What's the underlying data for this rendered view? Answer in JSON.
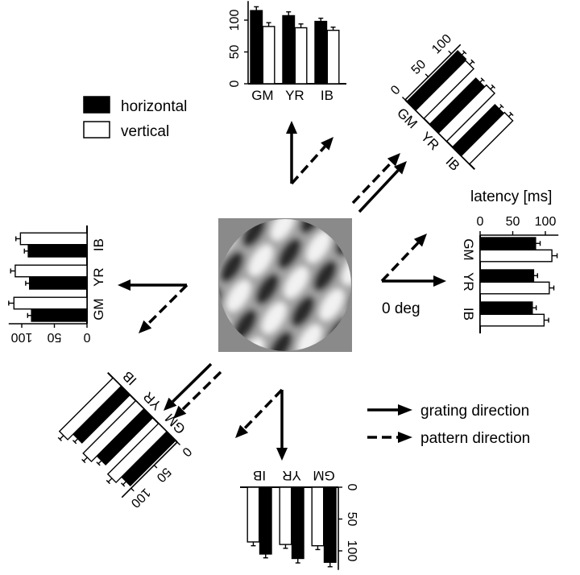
{
  "colors": {
    "horizontal": "#000000",
    "vertical": "#ffffff",
    "stimulus_bg": "#8a8a8a",
    "ink": "#000000"
  },
  "legend": {
    "horizontal": "horizontal",
    "vertical": "vertical",
    "grating": "grating direction",
    "pattern": "pattern direction"
  },
  "labels": {
    "zero_deg": "0 deg",
    "latency": "latency [ms]"
  },
  "chart_data": [
    {
      "type": "bar",
      "direction_deg": 0,
      "ylabel": "latency [ms]",
      "ylim": [
        0,
        120
      ],
      "yticks": [
        "0",
        "50",
        "100"
      ],
      "categories": [
        "GM",
        "YR",
        "IB"
      ],
      "series": [
        {
          "name": "horizontal",
          "values": [
            85,
            82,
            80
          ],
          "errors": [
            7,
            6,
            6
          ]
        },
        {
          "name": "vertical",
          "values": [
            110,
            106,
            98
          ],
          "errors": [
            8,
            7,
            7
          ]
        }
      ]
    },
    {
      "type": "bar",
      "direction_deg": 45,
      "ylim": [
        0,
        120
      ],
      "yticks": [
        "0",
        "50",
        "100"
      ],
      "categories": [
        "GM",
        "YR",
        "IB"
      ],
      "series": [
        {
          "name": "horizontal",
          "values": [
            110,
            100,
            92
          ],
          "errors": [
            6,
            6,
            6
          ]
        },
        {
          "name": "vertical",
          "values": [
            108,
            104,
            94
          ],
          "errors": [
            7,
            6,
            6
          ]
        }
      ]
    },
    {
      "type": "bar",
      "direction_deg": 90,
      "ylim": [
        0,
        130
      ],
      "yticks": [
        "0",
        "50",
        "100"
      ],
      "categories": [
        "GM",
        "YR",
        "IB"
      ],
      "series": [
        {
          "name": "horizontal",
          "values": [
            115,
            107,
            98
          ],
          "errors": [
            6,
            6,
            5
          ]
        },
        {
          "name": "vertical",
          "values": [
            90,
            88,
            84
          ],
          "errors": [
            6,
            6,
            5
          ]
        }
      ]
    },
    {
      "type": "bar",
      "direction_deg": 180,
      "ylim": [
        0,
        120
      ],
      "yticks": [
        "0",
        "50",
        "100"
      ],
      "categories": [
        "GM",
        "YR",
        "IB"
      ],
      "series": [
        {
          "name": "horizontal",
          "values": [
            85,
            88,
            90
          ],
          "errors": [
            6,
            6,
            6
          ]
        },
        {
          "name": "vertical",
          "values": [
            112,
            110,
            102
          ],
          "errors": [
            8,
            7,
            7
          ]
        }
      ]
    },
    {
      "type": "bar",
      "direction_deg": 225,
      "ylim": [
        0,
        120
      ],
      "yticks": [
        "0",
        "50",
        "100"
      ],
      "categories": [
        "GM",
        "YR",
        "IB"
      ],
      "series": [
        {
          "name": "horizontal",
          "values": [
            98,
            102,
            104
          ],
          "errors": [
            7,
            7,
            7
          ]
        },
        {
          "name": "vertical",
          "values": [
            110,
            114,
            116
          ],
          "errors": [
            8,
            8,
            8
          ]
        }
      ]
    },
    {
      "type": "bar",
      "direction_deg": 270,
      "ylim": [
        0,
        130
      ],
      "yticks": [
        "0",
        "50",
        "100"
      ],
      "categories": [
        "GM",
        "YR",
        "IB"
      ],
      "series": [
        {
          "name": "horizontal",
          "values": [
            118,
            112,
            105
          ],
          "errors": [
            7,
            7,
            6
          ]
        },
        {
          "name": "vertical",
          "values": [
            92,
            90,
            86
          ],
          "errors": [
            6,
            6,
            6
          ]
        }
      ]
    }
  ]
}
